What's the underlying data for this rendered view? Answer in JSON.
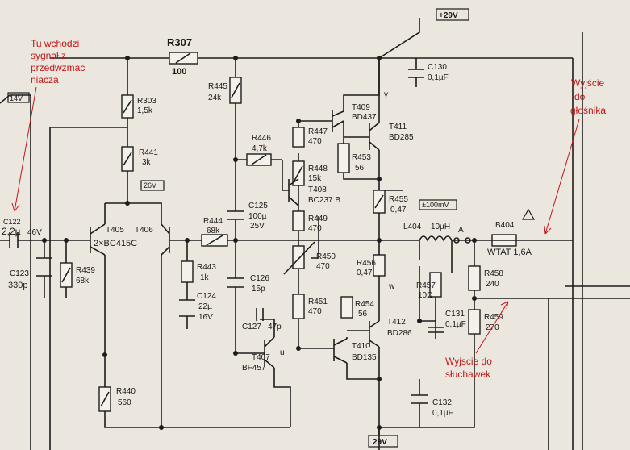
{
  "annotations": {
    "input_note": [
      "Tu wchodzi",
      "sygnał z",
      "przedwzmac",
      "niacza"
    ],
    "speaker_note": [
      "Wyjście",
      "do",
      "głośnika"
    ],
    "headphone_note": [
      "Wyjscie do",
      "słuchawek"
    ]
  },
  "supply_labels": {
    "top_29v": "+29V",
    "bottom_29v": "29V",
    "left_14v": "14V",
    "node_26v": "26V",
    "node_100mv": "±100mV",
    "node_46v": "46V"
  },
  "components": {
    "r307": [
      "R307",
      "100"
    ],
    "r303": [
      "R303",
      "1,5k"
    ],
    "r441": [
      "R441",
      "3k"
    ],
    "r445": [
      "R445",
      "24k"
    ],
    "r446": [
      "R446",
      "4,7k"
    ],
    "r447": [
      "R447",
      "470"
    ],
    "r448": [
      "R448",
      "15k"
    ],
    "r449": [
      "R449",
      "470"
    ],
    "r450": [
      "R450",
      "470"
    ],
    "r451": [
      "R451",
      "470"
    ],
    "r453": [
      "R453",
      "56"
    ],
    "r454": [
      "R454",
      "56"
    ],
    "r455": [
      "R455",
      "0,47"
    ],
    "r456": [
      "R456",
      "0,47"
    ],
    "r439": [
      "R439",
      "68k"
    ],
    "r443": [
      "R443",
      "1k"
    ],
    "r444": [
      "R444",
      "68k"
    ],
    "r440": [
      "R440",
      "560"
    ],
    "r457": [
      "R457",
      "10Ω"
    ],
    "r458": [
      "R458",
      "240"
    ],
    "r459": [
      "R459",
      "270"
    ],
    "c122": [
      "C122",
      "2,2µ"
    ],
    "c123": [
      "C123",
      "330p"
    ],
    "c124": [
      "C124",
      "22µ",
      "16V"
    ],
    "c125": [
      "C125",
      "100µ",
      "25V"
    ],
    "c126": [
      "C126",
      "15p"
    ],
    "c127": [
      "C127",
      "47p"
    ],
    "c130": [
      "C130",
      "0,1µF"
    ],
    "c131": [
      "C131",
      "0,1µF"
    ],
    "c132": [
      "C132",
      "0,1µF"
    ],
    "l404": [
      "L404",
      "10µH"
    ],
    "b404": [
      "B404",
      "WTAT 1,6A"
    ],
    "t405": [
      "T405"
    ],
    "t406": [
      "T406"
    ],
    "t405_406_type": "2×BC415C",
    "t407": [
      "T407",
      "BF457"
    ],
    "t408": [
      "T408",
      "BC237 B"
    ],
    "t409": [
      "T409",
      "BD437"
    ],
    "t410": [
      "T410",
      "BD135"
    ],
    "t411": [
      "T411",
      "BD285"
    ],
    "t412": [
      "T412",
      "BD286"
    ]
  },
  "node_letters": [
    "y",
    "A",
    "w",
    "u"
  ],
  "colors": {
    "annotation": "#c01818",
    "ink": "#1d1d1d",
    "paper": "#ebe6de"
  }
}
